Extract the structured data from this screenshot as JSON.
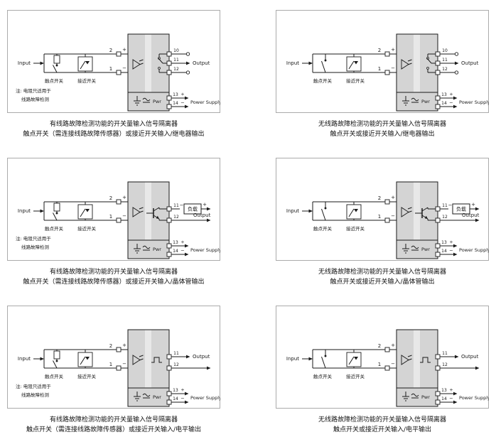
{
  "colors": {
    "bg": "#ffffff",
    "wire": "#1a1a1a",
    "device": "#d4d4d4",
    "band": "#e8e8e8",
    "frame": "#ababab"
  },
  "labels": {
    "input": "Input",
    "output": "Output",
    "power_supply": "Power Supply",
    "contact_switch": "触点开关",
    "proximity_switch": "接近开关",
    "load": "负载",
    "pwr": "Pwr",
    "plus": "+",
    "minus": "−"
  },
  "note": {
    "line1": "注: 电阻只适用于",
    "line2": "线路故障检测"
  },
  "terminals": {
    "input": [
      "2",
      "1"
    ],
    "relay_out": [
      "10",
      "11",
      "12"
    ],
    "two_out": [
      "11",
      "12"
    ],
    "power": [
      "13",
      "14"
    ]
  },
  "diagrams": [
    {
      "pos": "top-left",
      "fault_detect": true,
      "output_type": "relay",
      "caption1": "有线路故障检测功能的开关量输入信号隔离器",
      "caption2": "触点开关（需连接线路故障传感器）或接近开关输入/继电器输出"
    },
    {
      "pos": "top-right",
      "fault_detect": false,
      "output_type": "relay",
      "caption1": "无线路故障检测功能的开关量输入信号隔离器",
      "caption2": "触点开关或接近开关输入/继电器输出"
    },
    {
      "pos": "middle-left",
      "fault_detect": true,
      "output_type": "transistor",
      "caption1": "有线路故障检测功能的开关量输入信号隔离器",
      "caption2": "触点开关（需连接线路故障传感器）或接近开关输入/晶体管输出"
    },
    {
      "pos": "middle-right",
      "fault_detect": false,
      "output_type": "transistor",
      "caption1": "无线路故障检测功能的开关量输入信号隔离器",
      "caption2": "触点开关或接近开关输入/晶体管输出"
    },
    {
      "pos": "bottom-left",
      "fault_detect": true,
      "output_type": "level",
      "caption1": "有线路故障检测功能的开关量输入信号隔离器",
      "caption2": "触点开关（需连接线路故障传感器）或接近开关输入/电平输出"
    },
    {
      "pos": "bottom-right",
      "fault_detect": false,
      "output_type": "level",
      "caption1": "无线路故障检测功能的开关量输入信号隔离器",
      "caption2": "触点开关或接近开关输入/电平输出"
    }
  ]
}
